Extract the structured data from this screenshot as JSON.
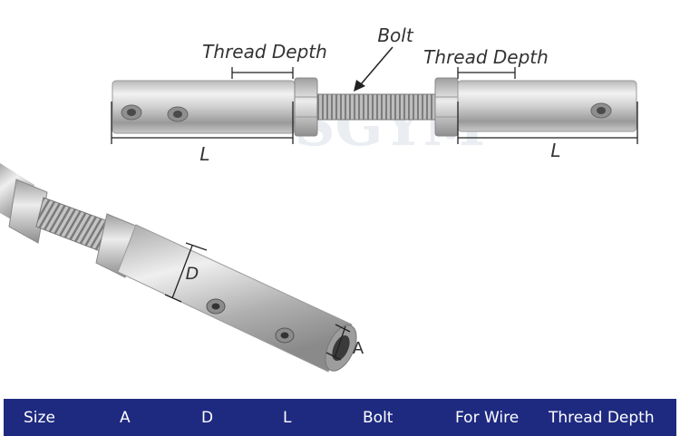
{
  "labels": {
    "thread_depth_left": "Thread Depth",
    "bolt": "Bolt",
    "thread_depth_right": "Thread Depth",
    "length_left": "L",
    "length_right": "L",
    "diameter": "D",
    "inner_diameter": "A"
  },
  "watermark": "SGYM",
  "table_header": {
    "columns": [
      "Size",
      "A",
      "D",
      "L",
      "Bolt",
      "For Wire",
      "Thread Depth"
    ]
  },
  "colors": {
    "header_bg": "#1e2a80",
    "header_text": "#ffffff",
    "steel_light": "#e6e6e6",
    "steel_dark": "#8a8a8a",
    "dimension_line": "#222222"
  }
}
